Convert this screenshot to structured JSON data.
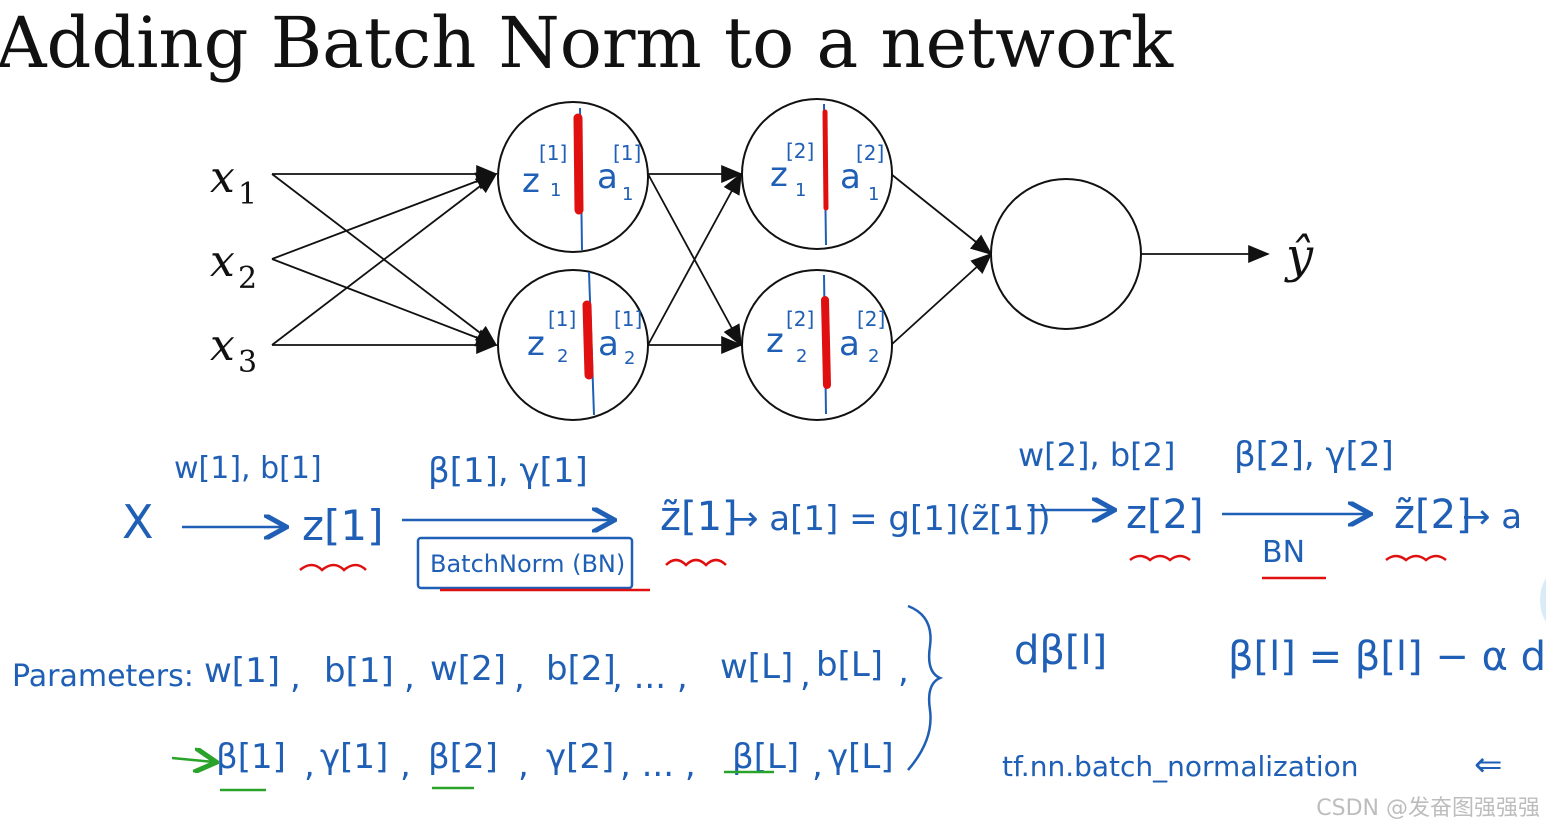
{
  "slide": {
    "title": "Adding Batch Norm to a network",
    "watermark": "CSDN @发奋图强强强"
  },
  "network": {
    "inputs": [
      "x",
      "x",
      "x"
    ],
    "input_subs": [
      "1",
      "2",
      "3"
    ],
    "output": "ŷ",
    "layer1": [
      {
        "z": "z",
        "z_sup": "[1]",
        "z_sub": "1",
        "a": "a",
        "a_sup": "[1]",
        "a_sub": "1"
      },
      {
        "z": "z",
        "z_sup": "[1]",
        "z_sub": "2",
        "a": "a",
        "a_sup": "[1]",
        "a_sub": "2"
      }
    ],
    "layer2": [
      {
        "z": "z",
        "z_sup": "[2]",
        "z_sub": "1",
        "a": "a",
        "a_sup": "[2]",
        "a_sub": "1"
      },
      {
        "z": "z",
        "z_sup": "[2]",
        "z_sub": "2",
        "a": "a",
        "a_sup": "[2]",
        "a_sub": "2"
      }
    ]
  },
  "flow": {
    "x": "X",
    "wb1": "w[1], b[1]",
    "z1": "z[1]",
    "bg1": "β[1], γ[1]",
    "batchnorm_box": "BatchNorm (BN)",
    "ztilde1": "z̃[1]",
    "a1_expr": "→ a[1] = g[1](z̃[1])",
    "wb2": "w[2], b[2]",
    "z2": "z[2]",
    "bg2": "β[2], γ[2]",
    "bn": "BN",
    "ztilde2": "z̃[2]",
    "arrow_a": "→ a"
  },
  "params": {
    "label": "Parameters:",
    "row1": [
      "w[1]",
      ",",
      "b[1]",
      ",",
      "w[2]",
      ",",
      "b[2]",
      ", ... ,",
      "w[L]",
      ",",
      "b[L]",
      ","
    ],
    "row2": [
      "β[1]",
      ",",
      "γ[1]",
      ",",
      "β[2]",
      ",",
      "γ[2]",
      ", ... ,",
      "β[L]",
      ",",
      "γ[L]"
    ],
    "dbeta": "dβ[l]",
    "update": "β[l] = β[l] − α dβ[l]",
    "tf": "tf.nn.batch_normalization",
    "tf_arrow": "⇐"
  }
}
